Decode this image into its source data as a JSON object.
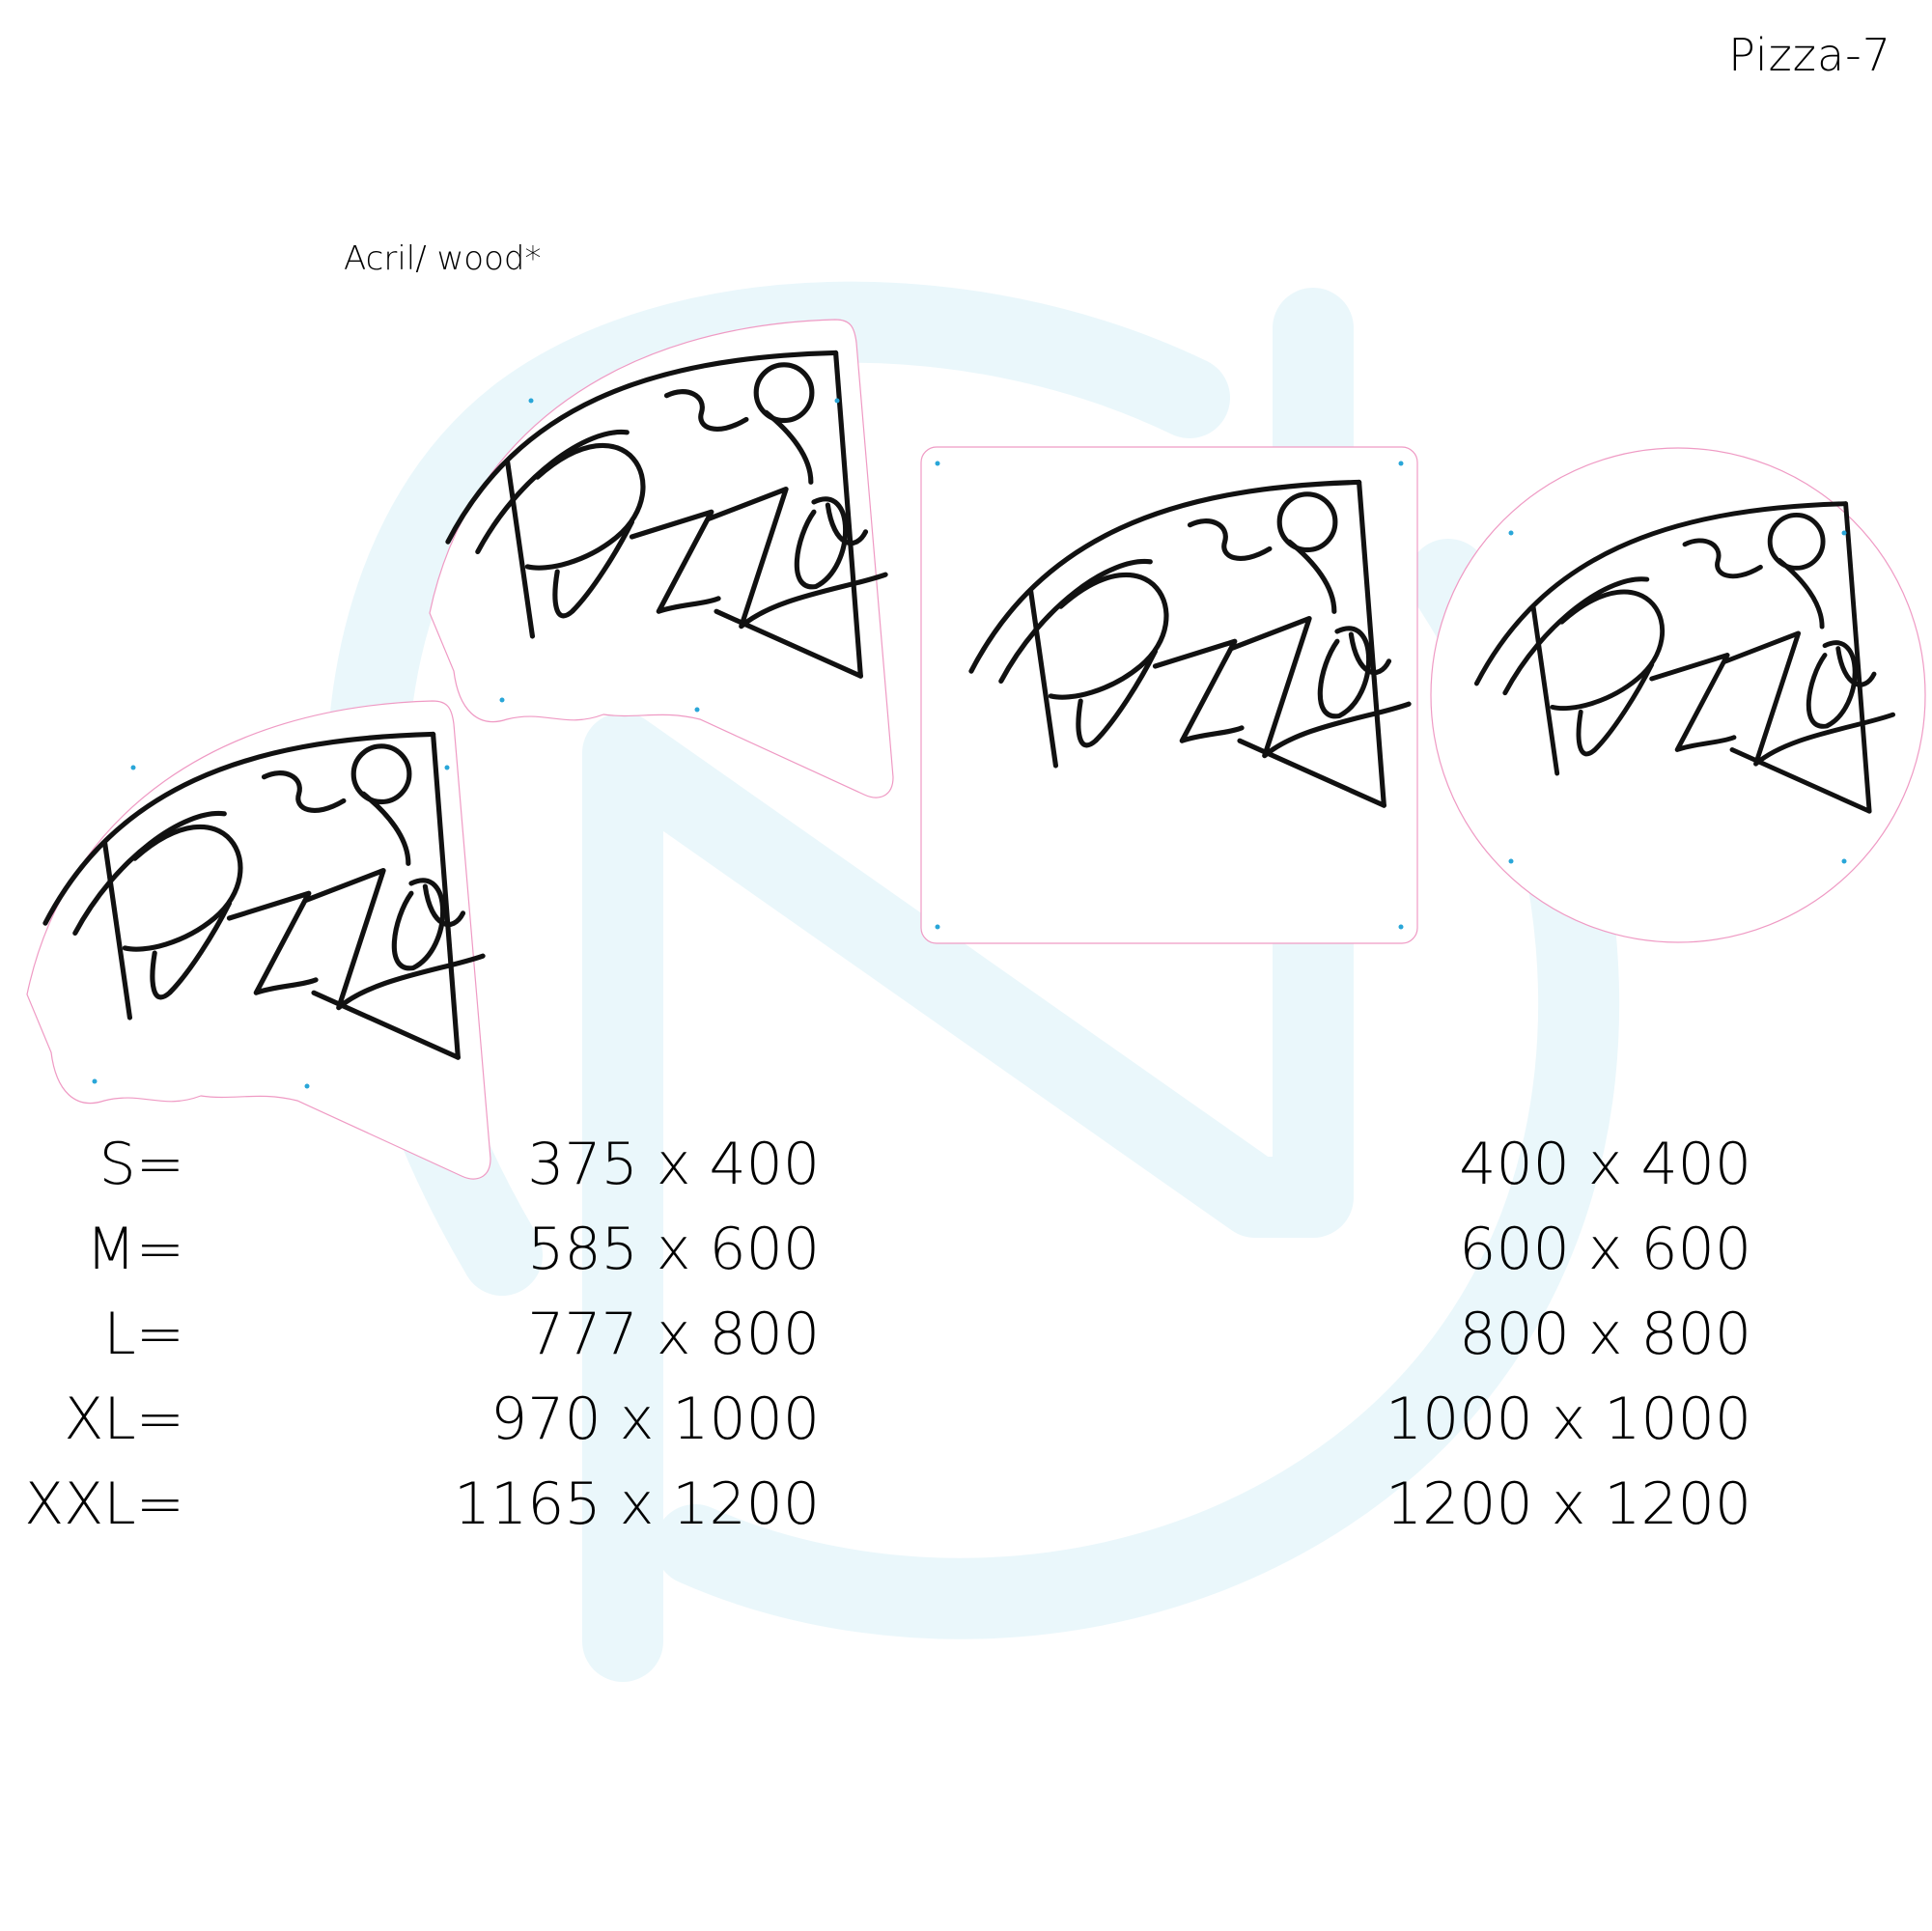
{
  "header": {
    "product_code": "Pizza-7"
  },
  "material_note": "Acril/ wood*",
  "watermark": {
    "name": "brand-watermark-logo",
    "color": "#eaf7fb"
  },
  "signs": [
    {
      "name": "contour-cut-sign",
      "shape": "contour"
    },
    {
      "name": "square-backing-sign",
      "shape": "square"
    },
    {
      "name": "round-backing-sign",
      "shape": "circle"
    }
  ],
  "colors": {
    "neon_line": "#111111",
    "cut_line": "#ef9ac4",
    "mount_hole": "#29a6d8"
  },
  "sizes": [
    {
      "label": "S=",
      "contour": "375 x 400",
      "square_round": "400 x 400"
    },
    {
      "label": "M=",
      "contour": "585 x 600",
      "square_round": "600 x 600"
    },
    {
      "label": "L=",
      "contour": "777 x 800",
      "square_round": "800 x 800"
    },
    {
      "label": "XL=",
      "contour": "970 x 1000",
      "square_round": "1000 x 1000"
    },
    {
      "label": "XXL=",
      "contour": "1165 x 1200",
      "square_round": "1200 x 1200"
    }
  ]
}
